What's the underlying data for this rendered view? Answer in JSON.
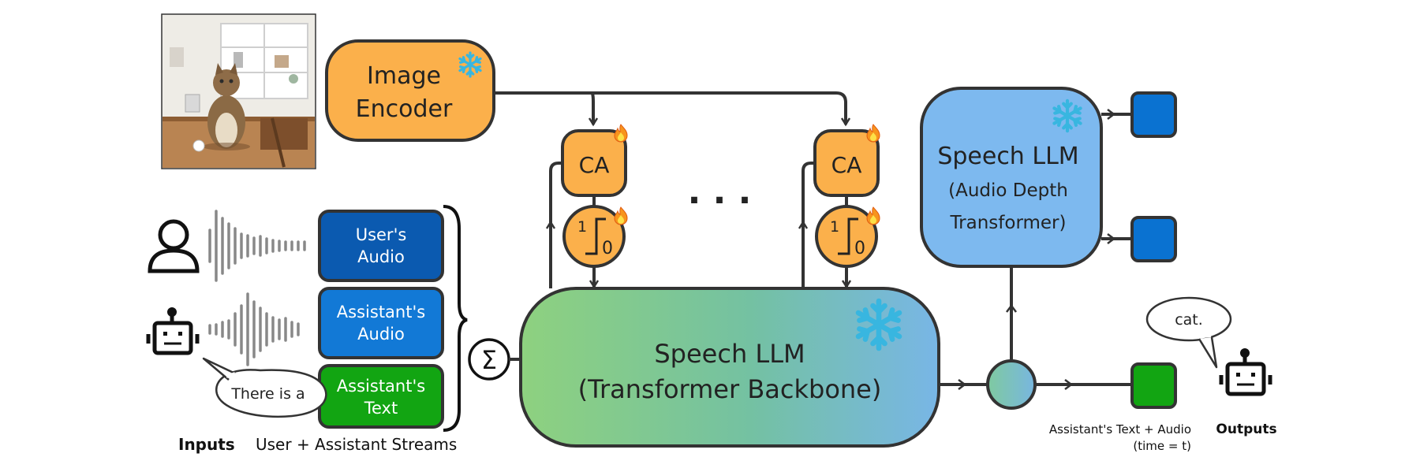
{
  "image_encoder": {
    "line1": "Image",
    "line2": "Encoder"
  },
  "cross_attention": {
    "label": "CA"
  },
  "gate": {
    "top": "1",
    "bottom": "0"
  },
  "ellipsis": ". . .",
  "inputs": {
    "user_audio": {
      "line1": "User's",
      "line2": "Audio"
    },
    "assistant_audio": {
      "line1": "Assistant's",
      "line2": "Audio"
    },
    "assistant_text": {
      "line1": "Assistant's",
      "line2": "Text"
    },
    "speech_bubble": "There is a",
    "caption_bold": "Inputs",
    "caption": "User + Assistant Streams"
  },
  "sum_symbol": "Σ",
  "backbone": {
    "line1": "Speech LLM",
    "line2": "(Transformer Backbone)"
  },
  "depth_transformer": {
    "line1": "Speech LLM",
    "line2": "(Audio Depth",
    "line3": "Transformer)"
  },
  "outputs": {
    "speech_bubble": "cat.",
    "caption_line1": "Assistant's Text + Audio",
    "caption_line2": "(time = t)",
    "caption_bold": "Outputs"
  },
  "colors": {
    "orange": "#fbb04b",
    "user_audio": "#0b5ab0",
    "assistant_audio": "#1279d6",
    "assistant_text": "#12a512",
    "depth_box": "#7db9ef",
    "output_blue": "#0a72d1",
    "output_green": "#12a512",
    "snowflake": "#38b6e0",
    "stroke": "#333333"
  }
}
